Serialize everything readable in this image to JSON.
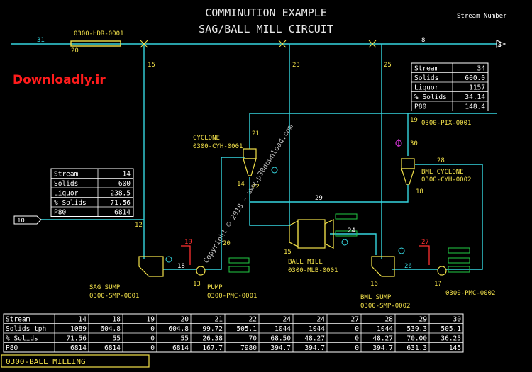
{
  "title": {
    "line1": "COMMINUTION EXAMPLE",
    "line2": "SAG/BALL MILL CIRCUIT"
  },
  "legend_label": "Stream Number",
  "watermark": "Downloadly.ir",
  "diagonal_watermark": "Copyright © 2018 - www.p30download.com",
  "footer_label": "0300-BALL MILLING",
  "equipment": {
    "header": "0300-HDR-0001",
    "cyclone": "CYCLONE",
    "cyclone_tag": "0300-CYH-0001",
    "bml_cyclone": "BML CYCLONE",
    "bml_cyclone_tag": "0300-CYH-0002",
    "sag_sump": "SAG SUMP",
    "sag_sump_tag": "0300-SMP-0001",
    "pump": "PUMP",
    "pump_tag": "0300-PMC-0001",
    "ball_mill": "BALL MILL",
    "ball_mill_tag": "0300-MLB-0001",
    "bml_sump": "BML SUMP",
    "bml_sump_tag": "0300-SMP-0002",
    "pump2_tag": "0300-PMC-0002",
    "pix_tag": "0300-PIX-0001"
  },
  "stream_numbers": {
    "s31": "31",
    "s20": "20",
    "s8": "8",
    "s15": "15",
    "s23": "23",
    "s25": "25",
    "s19": "19",
    "s21": "21",
    "s30": "30",
    "s28": "28",
    "s14": "14",
    "s22": "22",
    "s18": "18",
    "s29": "29",
    "s10": "10",
    "s12": "12",
    "s19b": "19",
    "s20b": "20",
    "s24": "24",
    "s15b": "15",
    "s13": "13",
    "s27": "27",
    "s26": "26",
    "s16": "16",
    "s17": "17",
    "s18b": "18"
  },
  "box_stream34": {
    "rows": [
      [
        "Stream",
        "34"
      ],
      [
        "Solids",
        "600.0"
      ],
      [
        "Liquor",
        "1157"
      ],
      [
        "% Solids",
        "34.14"
      ],
      [
        "P80",
        "148.4"
      ]
    ]
  },
  "box_stream14": {
    "rows": [
      [
        "Stream",
        "14"
      ],
      [
        "Solids",
        "600"
      ],
      [
        "Liquor",
        "238.5"
      ],
      [
        "% Solids",
        "71.56"
      ],
      [
        "P80",
        "6814"
      ]
    ]
  },
  "bottom_table": {
    "header": [
      "Stream",
      "14",
      "18",
      "19",
      "20",
      "21",
      "22",
      "24",
      "24",
      "27",
      "28",
      "29",
      "30"
    ],
    "rows": [
      [
        "Solids tph",
        "1089",
        "604.8",
        "0",
        "604.8",
        "99.72",
        "505.1",
        "1044",
        "1044",
        "0",
        "1044",
        "539.3",
        "505.1"
      ],
      [
        "% Solids",
        "71.56",
        "55",
        "0",
        "55",
        "26.38",
        "70",
        "68.50",
        "48.27",
        "0",
        "48.27",
        "70.00",
        "36.25"
      ],
      [
        "P80",
        "6814",
        "6814",
        "0",
        "6814",
        "167.7",
        "7980",
        "394.7",
        "394.7",
        "0",
        "394.7",
        "631.3",
        "145"
      ]
    ]
  },
  "colors": {
    "line": "#35d6df",
    "label": "#f2e14a",
    "table": "#ffffff",
    "red": "#ff3030",
    "sensor": "#22cc44",
    "valve": "#cc33cc"
  }
}
